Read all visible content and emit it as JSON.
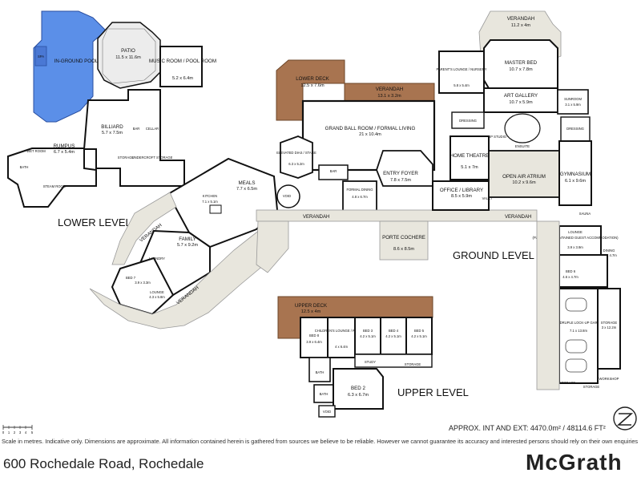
{
  "levels": {
    "lower": "LOWER LEVEL",
    "ground": "GROUND LEVEL",
    "upper": "UPPER LEVEL"
  },
  "colors": {
    "pool": "#5b8fe8",
    "deck": "#a87450",
    "paving": "#e8e6dd",
    "wall": "#111111"
  },
  "rooms": {
    "spa": "SPA",
    "pool": "IN-GROUND POOL",
    "patio": "PATIO",
    "patio_size": "11.5 x 11.6m",
    "music": "MUSIC ROOM / POOL ROOM",
    "music_size": "5.2 x 6.4m",
    "billiard": "BILLIARD",
    "billiard_size": "5.7 x 7.5m",
    "bar_lower": "BAR",
    "cellar": "CELLAR",
    "storage_lower": "STORAGE",
    "undercroft": "UNDERCROFT STORAGE",
    "rumpus": "RUMPUS",
    "rumpus_size": "6.7 x 5.4m",
    "wet_room": "WET ROOM",
    "bath_lower": "BATH",
    "steam": "STEAM ROOM",
    "lower_deck": "LOWER DECK",
    "lower_deck_size": "12.5 x 7.6m",
    "verandah_top": "VERANDAH",
    "verandah_top_size": "13.1 x 3.2m",
    "ballroom": "GRAND BALL ROOM / FORMAL LIVING",
    "ballroom_size": "21 x 10.4m",
    "elevated": "ELEVATED DIAS / STAGE",
    "elevated_size": "6.3 x 5.2m",
    "bar_ground": "BAR",
    "entry": "ENTRY FOYER",
    "entry_size": "7.8 x 7.5m",
    "formal_dining": "FORMAL DINING",
    "formal_dining_size": "4.8 x 6.7m",
    "void": "VOID",
    "meals": "MEALS",
    "meals_size": "7.7 x 6.5m",
    "kitchen": "KITCHEN",
    "kitchen_size": "7.1 x 5.1m",
    "family": "FAMILY",
    "family_size": "5.7 x 9.2m",
    "laundry": "LAUNDRY",
    "bed7": "BED 7",
    "bed7_size": "3.9 x 3.3m",
    "lounge_small": "LOUNGE",
    "lounge_small_size": "4.3 x 5.8m",
    "verandah_master": "VERANDAH",
    "verandah_master_size": "11.2 x 4m",
    "master": "MASTER BED",
    "master_size": "10.7 x 7.8m",
    "parents": "PARENT'S LOUNGE / NURSERY",
    "parents_size": "5.8 x 5.4m",
    "gallery": "ART GALLERY",
    "gallery_size": "10.7 x 5.9m",
    "sunroom": "SUNROOM",
    "sunroom_size": "3.1 x 5.9m",
    "dressing1": "DRESSING",
    "dressing2": "DRESSING",
    "makeup": "MAKE-UP STUDIO",
    "ensuite": "ENSUITE",
    "theatre": "HOME THEATRE",
    "theatre_size": "5.1 x 7m",
    "atrium": "OPEN AIR ATRIUM",
    "atrium_size": "10.2 x 9.6m",
    "gym": "GYMNASIUM",
    "gym_size": "6.1 x 9.6m",
    "office": "OFFICE / LIBRARY",
    "office_size": "8.5 x 5.9m",
    "vault": "VAULT",
    "sauna": "SAUNA",
    "porte": "PORTE COCHERE",
    "porte_size": "8.6 x 8.5m",
    "verandah": "VERANDAH",
    "lounge_guest": "LOUNGE",
    "lounge_guest_note": "(FULLY SELF-CONTAINED GUEST ACCOMMODATION)",
    "lounge_guest_size": "3.9 x 3.9m",
    "dining_guest": "DINING",
    "dining_guest_size": "2.8 x 4.7m",
    "kitchen_guest": "KITCHEN",
    "kitchen_guest_size": "2.8 x 2.5m",
    "bed6": "BED 6",
    "bed6_size": "4.6 x 4.7m",
    "garage": "QUADRUPLE LOCK-UP GARAGE",
    "garage_size": "7.1 x 13.8m",
    "storage_garage": "STORAGE",
    "storage_garage_size": "3 x 12.2m",
    "workshop": "WORKSHOP",
    "storage_g1": "STORAGE",
    "storage_g2": "STORAGE",
    "upper_deck": "UPPER DECK",
    "upper_deck_size": "12.5 x 4m",
    "bed8": "BED 8",
    "bed8_size": "3.9 x 6.4m",
    "childrens": "CHILDREN'S LOUNGE / RETREAT",
    "childrens_size": "4 x 6.4m",
    "bed3": "BED 3",
    "bed3_size": "4.2 x 5.1m",
    "bed4": "BED 4",
    "bed4_size": "4.2 x 5.1m",
    "bed5": "BED 5",
    "bed5_size": "4.2 x 5.1m",
    "study": "STUDY",
    "storage_upper": "STORAGE",
    "bath_up1": "BATH",
    "bath_up2": "BATH",
    "bed2": "BED 2",
    "bed2_size": "6.3 x 6.7m",
    "void_upper": "VOID"
  },
  "approx": "APPROX. INT AND EXT: 4470.0m² / 48114.6 FT²",
  "disclaimer": "Scale in metres. Indicative only. Dimensions are approximate. All information contained herein is gathered from sources we believe to be reliable. However we cannot guarantee its accuracy and interested persons should rely on their own enquiries",
  "address": "600 Rochedale Road, Rochedale",
  "brand": "McGrath",
  "scale_ticks": [
    "0",
    "1",
    "2",
    "3",
    "4",
    "5"
  ]
}
